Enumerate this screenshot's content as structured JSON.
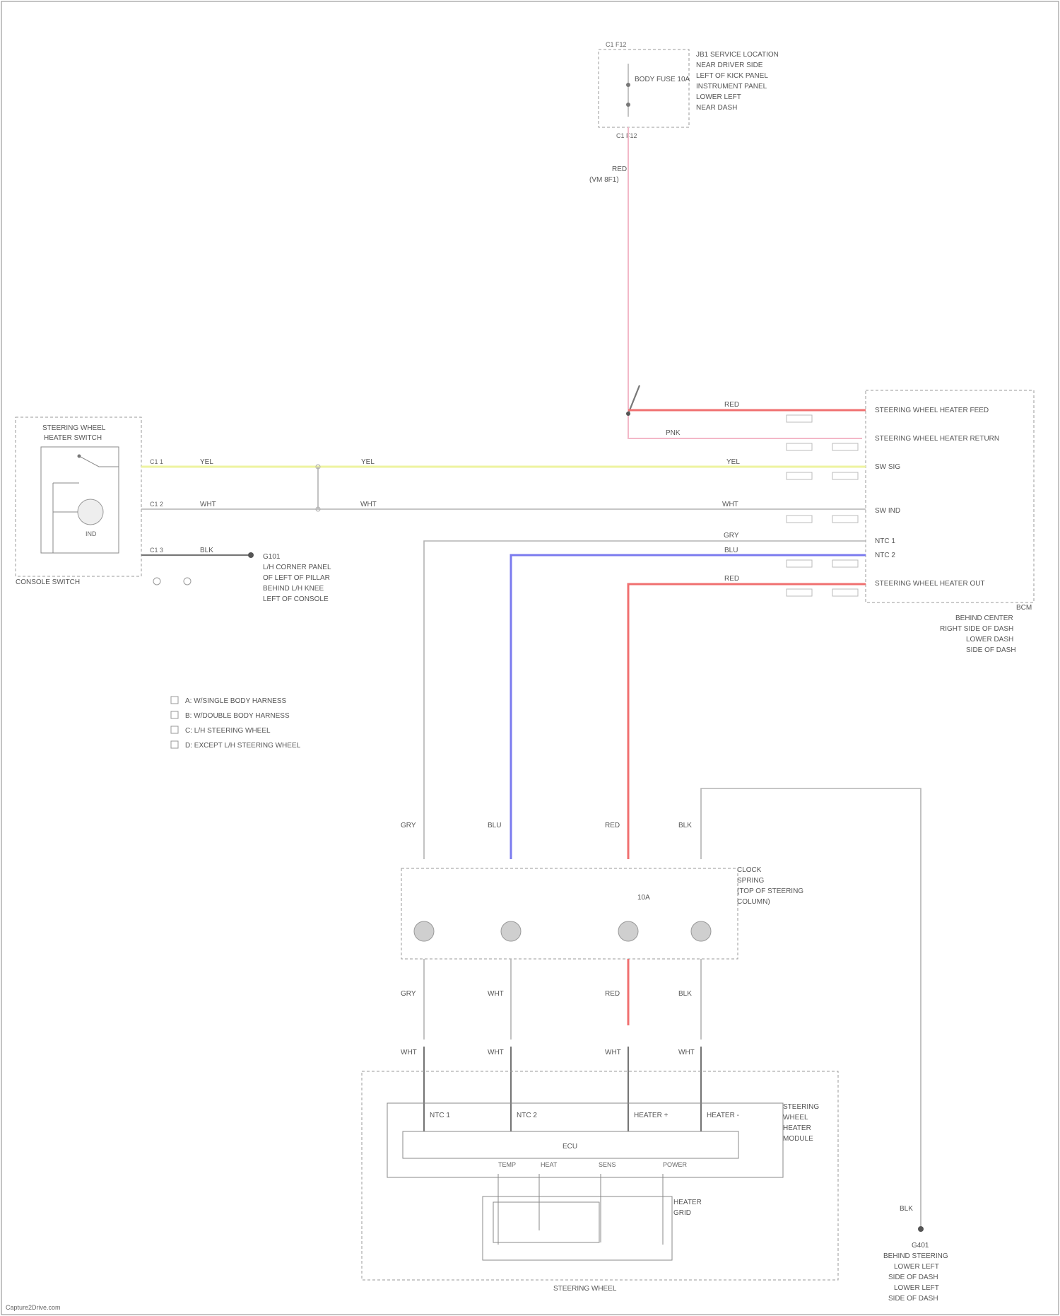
{
  "diagram": {
    "footer_credit": "Capture2Drive.com",
    "fuse_box": {
      "title": "JB1 SERVICE LOCATION",
      "fuse_label": "BODY FUSE 10A",
      "location_lines": [
        "NEAR DRIVER SIDE",
        "LEFT OF KICK PANEL",
        "INSTRUMENT PANEL",
        "LOWER LEFT",
        "NEAR DASH"
      ],
      "pin_label": "C1 F12",
      "wire_label_top": "RED",
      "wire_code": "(VM 8F1)"
    },
    "steering_switch": {
      "title_lines": [
        "STEERING WHEEL",
        "HEATER SWITCH"
      ],
      "bottom_label": "CONSOLE SWITCH",
      "indicator": "IND",
      "pins": [
        "C1 1",
        "C1 2",
        "C1 3"
      ],
      "wires": [
        "YEL",
        "WHT",
        "BLK"
      ]
    },
    "ground": {
      "label": "G101",
      "lines": [
        "L/H CORNER PANEL",
        "OF LEFT OF PILLAR",
        "BEHIND L/H KNEE",
        "LEFT OF CONSOLE"
      ]
    },
    "bcm": {
      "label": "BCM",
      "location_lines": [
        "BEHIND CENTER",
        "RIGHT SIDE OF DASH",
        "LOWER DASH",
        "SIDE OF DASH"
      ],
      "pins": [
        {
          "name": "STEERING WHEEL HEATER FEED",
          "wire": "RED"
        },
        {
          "name": "STEERING WHEEL HEATER RETURN",
          "wire": "PNK"
        },
        {
          "name": "SW SIG",
          "wire": "YEL"
        },
        {
          "name": "SW IND",
          "wire": "WHT"
        },
        {
          "name": "NTC 1",
          "wire": "GRY"
        },
        {
          "name": "NTC 2",
          "wire": "BLU"
        },
        {
          "name": "STEERING WHEEL HEATER OUT",
          "wire": "RED"
        }
      ]
    },
    "legend": [
      "A: W/SINGLE BODY HARNESS",
      "B: W/DOUBLE BODY HARNESS",
      "C: L/H STEERING WHEEL",
      "D: EXCEPT L/H STEERING WHEEL"
    ],
    "clockspring": {
      "title_lines": [
        "CLOCK",
        "SPRING",
        "(TOP OF STEERING",
        "COLUMN)"
      ],
      "fuse_mark": "10A",
      "top_wires": [
        "GRY",
        "BLU",
        "RED",
        "BLK"
      ],
      "bottom_wires": [
        "GRY",
        "WHT",
        "RED",
        "BLK"
      ],
      "connector_lines": [
        "WHT",
        "WHT",
        "WHT",
        "WHT"
      ]
    },
    "heater_module": {
      "title_lines": [
        "STEERING",
        "WHEEL",
        "HEATER",
        "MODULE"
      ],
      "pins": [
        "NTC 1",
        "NTC 2",
        "HEATER +",
        "HEATER -"
      ],
      "ecu_label": "ECU",
      "sub_pins": [
        "TEMP",
        "HEAT",
        "SENS",
        "POWER"
      ],
      "element_label": [
        "HEATER",
        "GRID"
      ]
    },
    "steering_wheel_label": "STEERING WHEEL",
    "ground_bottom": {
      "wire": "BLK",
      "label": "G401",
      "lines": [
        "BEHIND STEERING",
        "LOWER LEFT",
        "SIDE OF DASH",
        "LOWER LEFT",
        "SIDE OF DASH"
      ]
    }
  }
}
